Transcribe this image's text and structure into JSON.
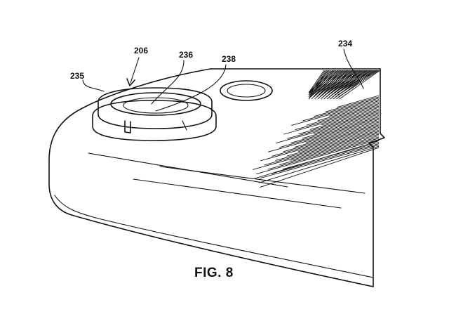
{
  "figure": {
    "caption": "FIG. 8"
  },
  "reference_numerals": {
    "assembly": "206",
    "ring_inner": "236",
    "ring_outer": "235",
    "lens": "238",
    "housing": "234"
  }
}
